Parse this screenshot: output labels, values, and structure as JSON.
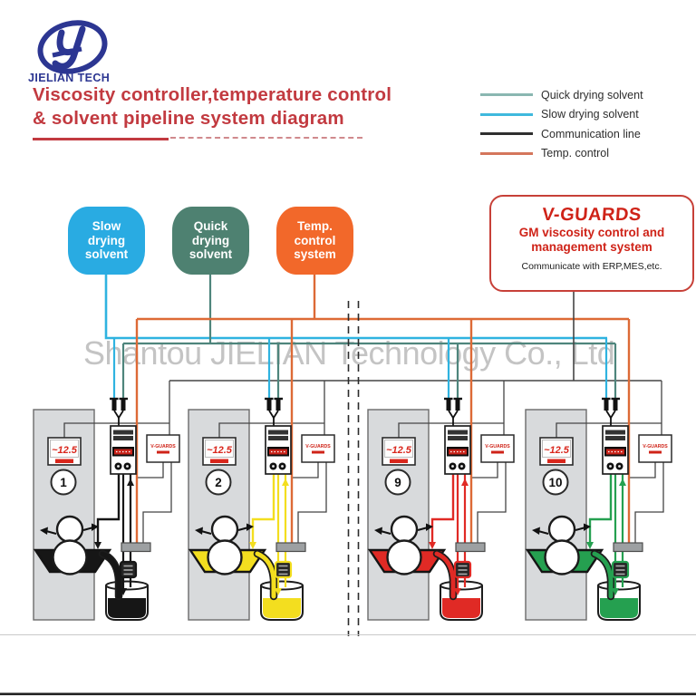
{
  "header": {
    "brand": "JIELIAN TECH",
    "title_line1": "Viscosity controller,temperature control",
    "title_line2": "& solvent pipeline system diagram"
  },
  "legend": {
    "items": [
      {
        "label": "Quick drying solvent",
        "color": "#8ab7b1"
      },
      {
        "label": "Slow drying solvent",
        "color": "#3fb9dd"
      },
      {
        "label": "Communication line",
        "color": "#2f2f2f"
      },
      {
        "label": "Temp. control",
        "color": "#d4765c"
      }
    ]
  },
  "tanks": [
    {
      "label": "Slow\ndrying\nsolvent",
      "color": "#29abe2"
    },
    {
      "label": "Quick\ndrying\nsolvent",
      "color": "#4e8171"
    },
    {
      "label": "Temp.\ncontrol\nsystem",
      "color": "#f2682a"
    }
  ],
  "management_box": {
    "logo": "V-GUARDS",
    "line1": "GM viscosity control and",
    "line2": "management system",
    "subtitle": "Communicate with ERP,MES,etc."
  },
  "watermark": "Shantou JIELIAN Technology Co., Ltd",
  "pipes": {
    "slow_color": "#2fb3e0",
    "quick_color": "#4e857c",
    "comm_color": "#454545",
    "temp_color": "#dd6a36"
  },
  "machines": [
    {
      "number": "1",
      "ink_color": "#161616",
      "display_value": "~12.5"
    },
    {
      "number": "2",
      "ink_color": "#f3de1f",
      "display_value": "~12.5"
    },
    {
      "number": "9",
      "ink_color": "#e02a25",
      "display_value": "~12.5"
    },
    {
      "number": "10",
      "ink_color": "#25a050",
      "display_value": "~12.5"
    }
  ]
}
